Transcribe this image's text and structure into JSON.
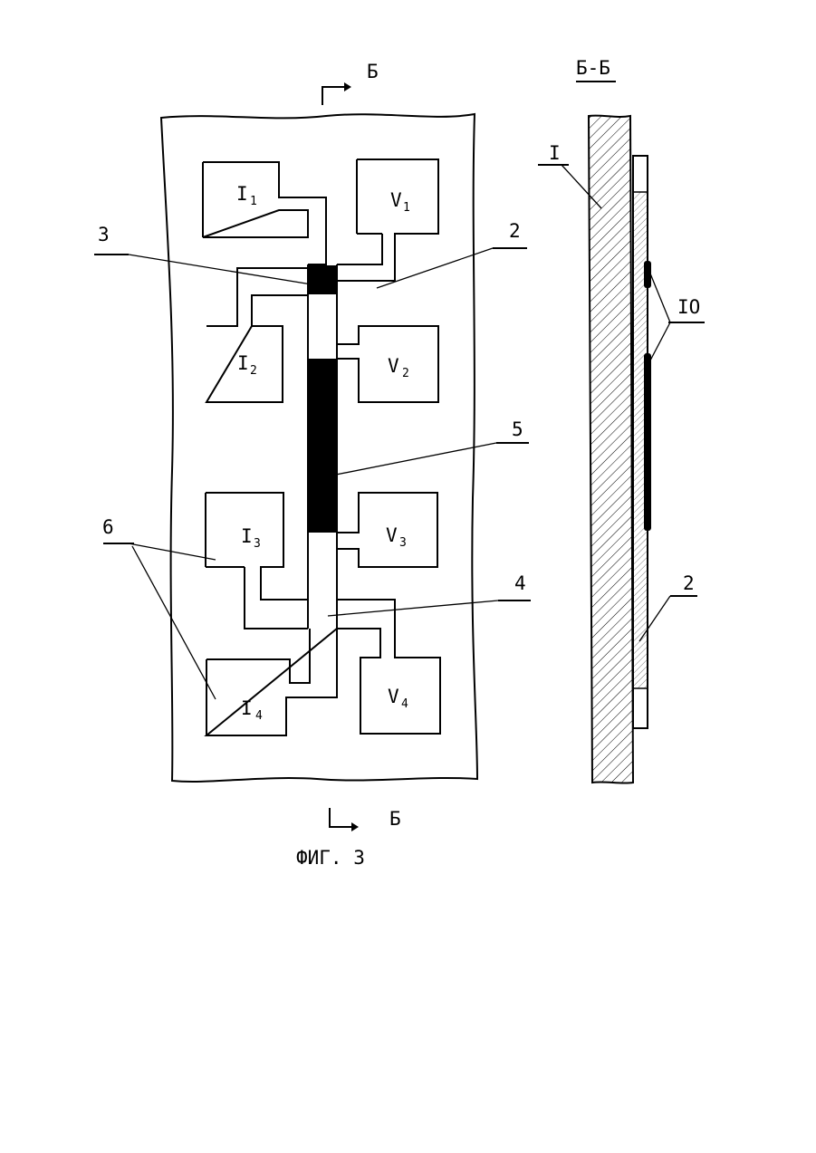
{
  "section_mark": "Б",
  "section_title": "Б-Б",
  "figure_caption": "ФИГ. 3",
  "pads": {
    "I1": {
      "main": "I",
      "sub": "1"
    },
    "I2": {
      "main": "I",
      "sub": "2"
    },
    "I3": {
      "main": "I",
      "sub": "3"
    },
    "I4": {
      "main": "I",
      "sub": "4"
    },
    "V1": {
      "main": "V",
      "sub": "1"
    },
    "V2": {
      "main": "V",
      "sub": "2"
    },
    "V3": {
      "main": "V",
      "sub": "3"
    },
    "V4": {
      "main": "V",
      "sub": "4"
    }
  },
  "callouts": {
    "c2": "2",
    "c3": "3",
    "c4": "4",
    "c5": "5",
    "c6": "6",
    "c1": "I",
    "c10": "IO",
    "c2_section": "2"
  }
}
